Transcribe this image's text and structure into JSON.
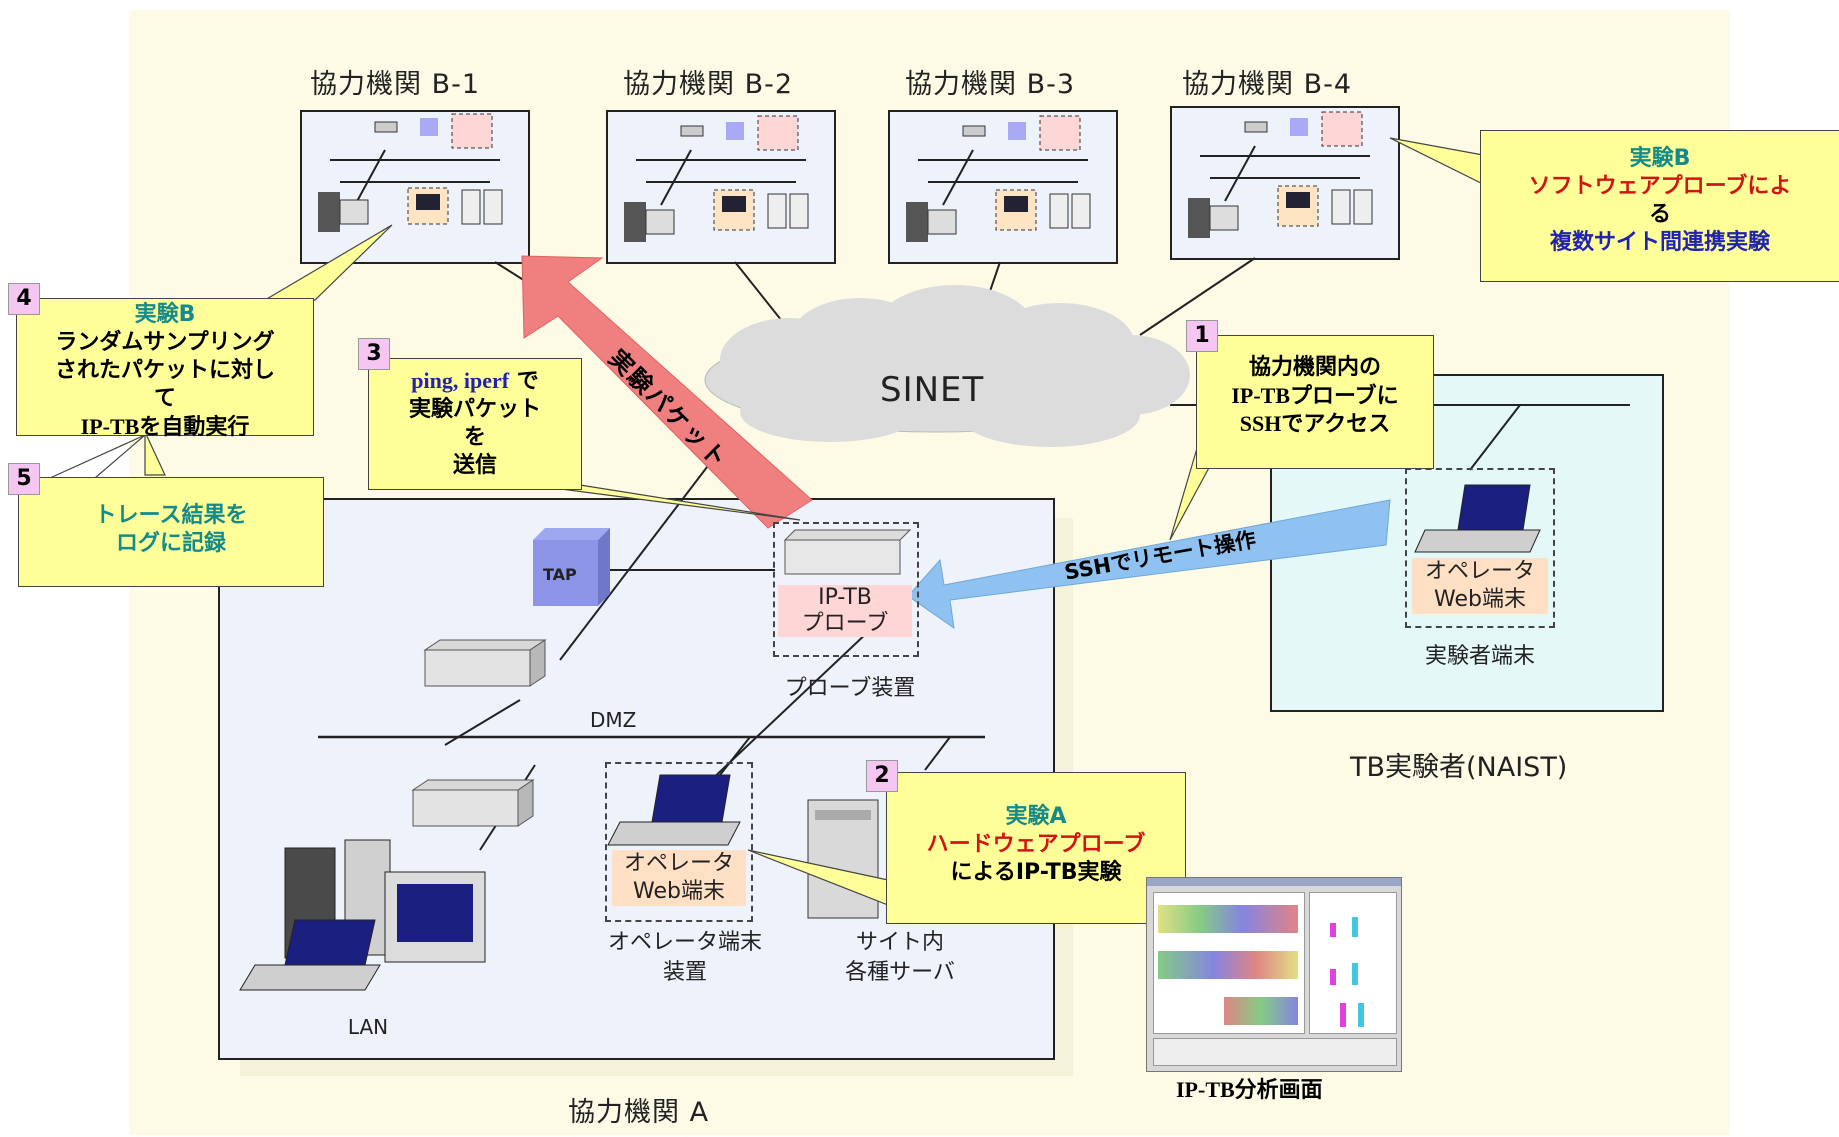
{
  "sites_b": [
    {
      "title": "協力機関 B-1"
    },
    {
      "title": "協力機関 B-2"
    },
    {
      "title": "協力機関 B-3"
    },
    {
      "title": "協力機関 B-4"
    }
  ],
  "cloud": {
    "label": "SINET"
  },
  "site_a": {
    "title": "協力機関 A",
    "tap": "TAP",
    "probe_line1": "IP-TB",
    "probe_line2": "プローブ",
    "probe_caption": "プローブ装置",
    "dmz": "DMZ",
    "operator_line1": "オペレータ",
    "operator_line2": "Web端末",
    "operator_caption_1": "オペレータ端末",
    "operator_caption_2": "装置",
    "server_caption_1": "サイト内",
    "server_caption_2": "各種サーバ",
    "lan": "LAN"
  },
  "naist": {
    "title": "TB実験者(NAIST)",
    "operator_line1": "オペレータ",
    "operator_line2": "Web端末",
    "caption": "実験者端末"
  },
  "arrows": {
    "experiment_packet": "実験パケット",
    "ssh_remote": "SSHでリモート操作"
  },
  "callouts": {
    "b_top": {
      "line1": "実験B",
      "line2": "ソフトウェアプローブによ",
      "line3": "る",
      "line4": "複数サイト間連携実験"
    },
    "c4": {
      "badge": "4",
      "line1": "実験B",
      "line2": "ランダムサンプリング",
      "line3": "されたパケットに対し",
      "line4": "て",
      "line5": "IP-TBを自動実行"
    },
    "c5": {
      "badge": "5",
      "line1": "トレース結果を",
      "line2": "ログに記録"
    },
    "c3": {
      "badge": "3",
      "line1_a": "ping, iperf",
      "line1_b": " で",
      "line2": "実験パケット",
      "line3": "を",
      "line4": "送信"
    },
    "c1": {
      "badge": "1",
      "line1": "協力機関内の",
      "line2": "IP-TBプローブに",
      "line3": "SSHでアクセス"
    },
    "c2": {
      "badge": "2",
      "line1": "実験A",
      "line2": "ハードウェアプローブ",
      "line3": "によるIP-TB実験"
    }
  },
  "screenshot_caption": "IP-TB分析画面",
  "colors": {
    "callout_fill": "#ffff99",
    "badge_fill": "#f6c6f2",
    "red_arrow": "#f08080",
    "blue_arrow": "#8fc2f0",
    "teal_text": "#158a8a",
    "red_text": "#d21414",
    "blue_text": "#2222b0"
  }
}
